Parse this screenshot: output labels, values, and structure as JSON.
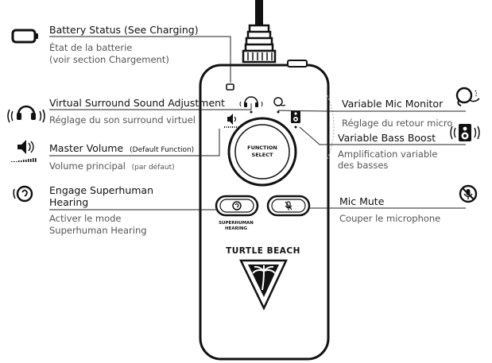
{
  "callouts": {
    "battery": {
      "en": "Battery Status (See Charging)",
      "fr_line1": "État de la batterie",
      "fr_line2": "(voir section Chargement)"
    },
    "surround": {
      "en": "Virtual Surround Sound Adjustment",
      "fr": "Réglage du son surround virtuel"
    },
    "volume": {
      "en": "Master Volume",
      "en_note": "(Default Function)",
      "fr": "Volume principal",
      "fr_note": "(par défaut)"
    },
    "superhuman": {
      "en_line1": "Engage Superhuman",
      "en_line2": "Hearing",
      "fr_line1": "Activer le mode",
      "fr_line2": "Superhuman Hearing"
    },
    "mic_monitor": {
      "en": "Variable Mic Monitor",
      "fr": "Réglage du retour micro"
    },
    "bass": {
      "en": "Variable Bass Boost",
      "fr_line1": "Amplification variable",
      "fr_line2": "des basses"
    },
    "mic_mute": {
      "en": "Mic Mute",
      "fr": "Couper le microphone"
    }
  },
  "device": {
    "function_line1": "FUNCTION",
    "function_line2": "SELECT",
    "sh_line1": "SUPERHUMAN",
    "sh_line2": "HEARING",
    "brand": "TURTLE BEACH"
  },
  "icons": [
    "battery-icon",
    "headphones-icon",
    "volume-icon",
    "superhuman-hearing-icon",
    "mic-monitor-icon",
    "bass-speaker-icon",
    "mic-mute-icon",
    "palm-tree-logo"
  ]
}
